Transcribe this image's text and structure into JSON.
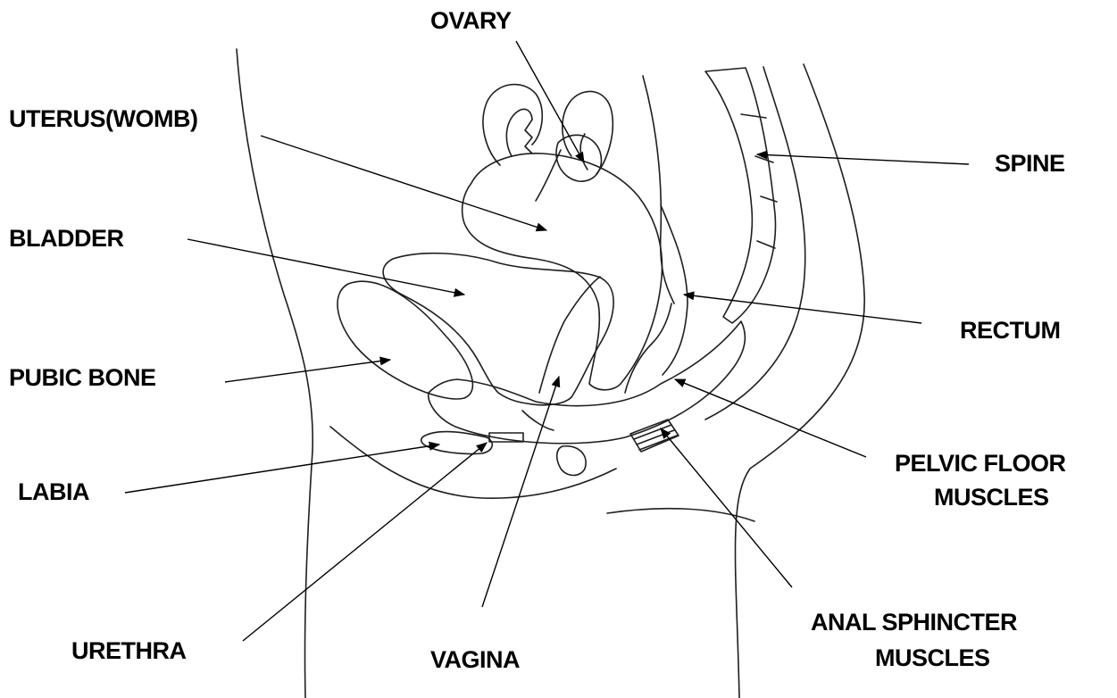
{
  "colors": {
    "bone": "#f6ecd0",
    "muscle": "#d6e8f6",
    "outline": "#1e1e1e",
    "text": "#000000"
  },
  "labels": {
    "ovary": "OVARY",
    "uterus": "UTERUS(WOMB)",
    "spine": "SPINE",
    "bladder": "BLADDER",
    "rectum": "RECTUM",
    "pubic_bone": "PUBIC BONE",
    "pelvic_floor_line1": "PELVIC FLOOR",
    "pelvic_floor_line2": "MUSCLES",
    "labia": "LABIA",
    "urethra": "URETHRA",
    "vagina": "VAGINA",
    "anal_sphincter_line1": "ANAL SPHINCTER",
    "anal_sphincter_line2": "MUSCLES"
  }
}
